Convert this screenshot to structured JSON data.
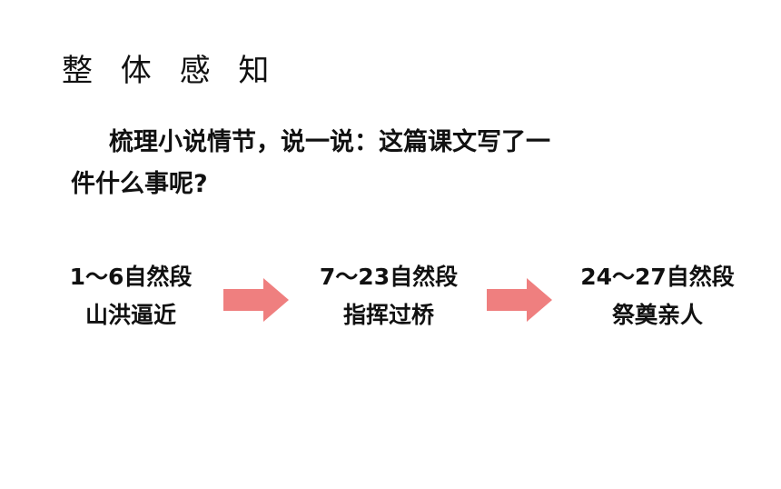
{
  "slide": {
    "title": "整 体 感 知",
    "question": {
      "line1": "梳理小说情节，说一说：这篇课文写了一",
      "line2": "件什么事呢?"
    },
    "stages": [
      {
        "range": "1～6自然段",
        "summary": "山洪逼近"
      },
      {
        "range": "7～23自然段",
        "summary": "指挥过桥"
      },
      {
        "range": "24～27自然段",
        "summary": "祭奠亲人"
      }
    ],
    "colors": {
      "arrow": "#ef7f7f",
      "text": "#111111",
      "background": "#ffffff"
    },
    "icons": [
      "arrow-right-icon",
      "arrow-right-icon"
    ]
  }
}
